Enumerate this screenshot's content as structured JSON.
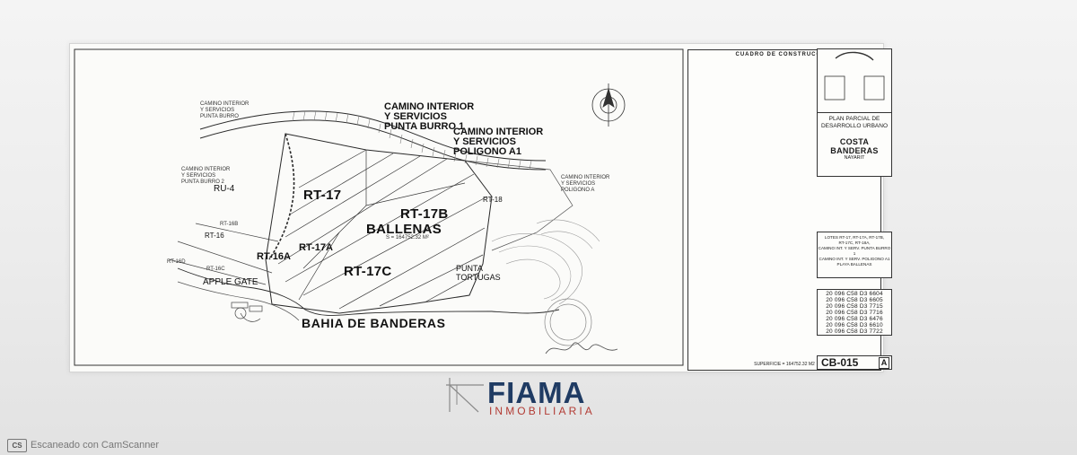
{
  "map": {
    "labels": {
      "camino_punta_burro_top": [
        "CAMINO INTERIOR",
        "Y SERVICIOS",
        "PUNTA BURRO"
      ],
      "camino_punta_burro_1": [
        "CAMINO INTERIOR",
        "Y SERVICIOS",
        "PUNTA BURRO 1"
      ],
      "camino_poligono_a1": [
        "CAMINO INTERIOR",
        "Y SERVICIOS",
        "POLIGONO A1"
      ],
      "camino_punta_burro_2": [
        "CAMINO INTERIOR",
        "Y SERVICIOS",
        "PUNTA BURRO 2"
      ],
      "camino_poligono_a": [
        "CAMINO INTERIOR",
        "Y SERVICIOS",
        "POLIGONO A"
      ],
      "rt17": "RT-17",
      "rt17b": "RT-17B",
      "ballenas": "BALLENAS",
      "ballenas_area": "S = 164752.32 M²",
      "rt18": "RT-18",
      "ru4": "RU-4",
      "rt16": "RT-16",
      "rt16b": "RT-16B",
      "rt16a": "RT-16A",
      "rt17a": "RT-17A",
      "rt17c": "RT-17C",
      "rt16d": "RT-16D",
      "rt16c": "RT-16C",
      "apple_gate": "APPLE GATE",
      "punta_tortugas": [
        "PUNTA",
        "TORTUGAS"
      ],
      "bahia": "BAHIA DE BANDERAS"
    },
    "colors": {
      "line": "#2a2a2a",
      "sheet": "#fbfbf9",
      "hatch": "#7a7a7a"
    }
  },
  "table": {
    "title": "CUADRO DE CONSTRUCCION",
    "footer": "SUPERFICIE = 164752.32 M2"
  },
  "title_block": {
    "plan": [
      "PLAN PARCIAL DE",
      "DESARROLLO URBANO"
    ],
    "costa": "COSTA BANDERAS",
    "nayarit": "NAYARIT",
    "lotes": [
      "LOTES RT-17, RT-17A, RT-17B,",
      "RT-17C, RT-18A,",
      "CAMINO INT. Y SERV. PUNTA BURRO 1",
      "CAMINO INT. Y SERV. POLIGONO A1",
      "PLAYA BALLENAS"
    ],
    "codes": [
      "20 096 C58 D3 6604",
      "20 096 C58 D3 6605",
      "20 096 C58 D3 7715",
      "20 096 C58 D3 7716",
      "20 096 C58 D3 6476",
      "20 096 C58 D3 6610",
      "20 096 C58 D3 7722"
    ],
    "sheet_code": "CB-015",
    "revision": "A"
  },
  "logo": {
    "name": "FIAMA",
    "subtitle": "INMOBILIARIA",
    "colors": {
      "name": "#1f3b63",
      "subtitle": "#b23b34"
    }
  },
  "scanner": {
    "badge": "CS",
    "text": "Escaneado con CamScanner"
  }
}
